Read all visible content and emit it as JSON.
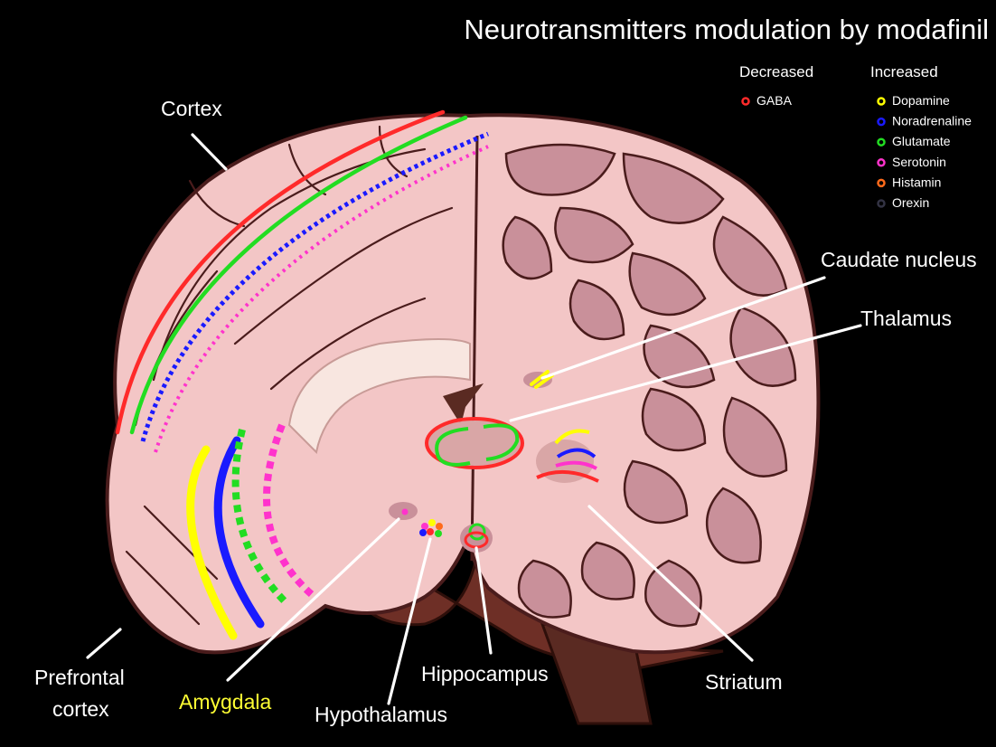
{
  "title": "Neurotransmitters modulation by modafinil",
  "legend": {
    "decreased_header": "Decreased",
    "increased_header": "Increased",
    "decreased": [
      {
        "name": "GABA",
        "color": "#ff2a2a"
      }
    ],
    "increased": [
      {
        "name": "Dopamine",
        "color": "#ffff00"
      },
      {
        "name": "Noradrenaline",
        "color": "#1a1aff"
      },
      {
        "name": "Glutamate",
        "color": "#22dd22"
      },
      {
        "name": "Serotonin",
        "color": "#ff33cc"
      },
      {
        "name": "Histamin",
        "color": "#ff6a1a"
      },
      {
        "name": "Orexin",
        "color": "#333344"
      }
    ]
  },
  "regions": {
    "cortex": "Cortex",
    "caudate": "Caudate nucleus",
    "thalamus": "Thalamus",
    "prefrontal_line1": "Prefrontal",
    "prefrontal_line2": "cortex",
    "amygdala": "Amygdala",
    "hypothalamus": "Hypothalamus",
    "hippocampus": "Hippocampus",
    "striatum": "Striatum"
  },
  "colors": {
    "background": "#000000",
    "brain": "#f3c6c6",
    "gyrus": "#c9909a",
    "sulcus": "#4a1c1c",
    "cerebellum": "#6e2f26"
  }
}
